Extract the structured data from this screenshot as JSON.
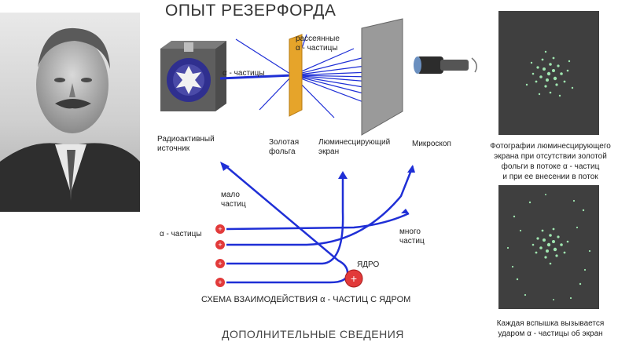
{
  "title": "ОПЫТ РЕЗЕРФОРДА",
  "experiment": {
    "alpha_particles": "α - частицы",
    "scattered_alpha": [
      "рассеянные",
      "α - частицы"
    ],
    "source": [
      "Радиоактивный",
      "источник"
    ],
    "gold_foil": [
      "Золотая",
      "фольга"
    ],
    "screen": [
      "Люминесцирующий",
      "экран"
    ],
    "microscope": "Микроскоп"
  },
  "scheme": {
    "few_particles": [
      "мало",
      "частиц"
    ],
    "many_particles": [
      "много",
      "частиц"
    ],
    "alpha_particles": "α - частицы",
    "nucleus": "ЯДРО",
    "caption": "СХЕМА ВЗАИМОДЕЙСТВИЯ  α - ЧАСТИЦ С ЯДРОМ",
    "plus_sign": "+"
  },
  "photos": {
    "caption_top": [
      "Фотографии люминесцирующего",
      "экрана при отсутствии золотой",
      "фольги в потоке α - частиц",
      "и при ее внесении в поток"
    ],
    "caption_bottom": [
      "Каждая вспышка вызывается",
      "ударом α - частицы об экран"
    ]
  },
  "additional_info": "ДОПОЛНИТЕЛЬНЫЕ СВЕДЕНИЯ",
  "colors": {
    "beam": "#1f2fd6",
    "gold": "#e6a42a",
    "nucleus": "#e23a3a",
    "photo_bg": "#3f3f3f",
    "spark": "#9fe6b0"
  }
}
